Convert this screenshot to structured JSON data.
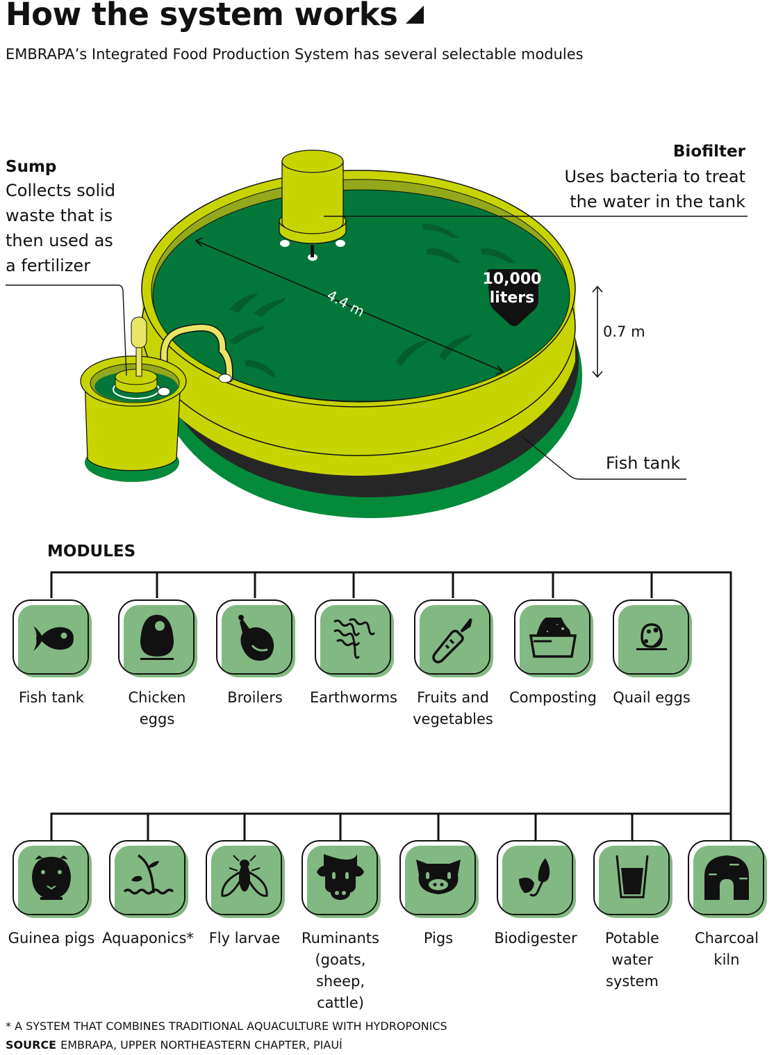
{
  "header": {
    "title": "How the system works",
    "subtitle": "EMBRAPA’s Integrated Food Production System has several selectable modules"
  },
  "diagram": {
    "sump": {
      "heading": "Sump",
      "description_lines": [
        "Collects solid",
        "waste that is",
        "then used as",
        "a fertilizer"
      ]
    },
    "biofilter": {
      "heading": "Biofilter",
      "description_lines": [
        "Uses bacteria to treat",
        "the water in the tank"
      ]
    },
    "fish_tank_label": "Fish tank",
    "diameter": "4.4 m",
    "depth": "0.7 m",
    "volume": {
      "value": "10,000",
      "unit": "liters"
    },
    "colors": {
      "water": "#03773a",
      "tank_body": "#c8d400",
      "tank_base": "#038a3a",
      "tank_band": "#262626",
      "pipe": "#e8e566",
      "fish": "#045e2c",
      "module_fill": "#82b982"
    }
  },
  "modules": {
    "heading": "MODULES",
    "row1": [
      {
        "label_lines": [
          "Fish tank"
        ],
        "icon": "fish-icon"
      },
      {
        "label_lines": [
          "Chicken",
          "eggs"
        ],
        "icon": "egg-icon"
      },
      {
        "label_lines": [
          "Broilers"
        ],
        "icon": "drumstick-icon"
      },
      {
        "label_lines": [
          "Earthworms"
        ],
        "icon": "worms-icon"
      },
      {
        "label_lines": [
          "Fruits and",
          "vegetables"
        ],
        "icon": "carrot-icon"
      },
      {
        "label_lines": [
          "Composting"
        ],
        "icon": "compost-bin-icon"
      },
      {
        "label_lines": [
          "Quail eggs"
        ],
        "icon": "quail-egg-icon"
      }
    ],
    "row2": [
      {
        "label_lines": [
          "Guinea pigs"
        ],
        "icon": "guinea-pig-icon"
      },
      {
        "label_lines": [
          "Aquaponics*"
        ],
        "icon": "plant-water-icon"
      },
      {
        "label_lines": [
          "Fly larvae"
        ],
        "icon": "fly-icon"
      },
      {
        "label_lines": [
          "Ruminants",
          "(goats, sheep,",
          "cattle)"
        ],
        "icon": "cow-icon"
      },
      {
        "label_lines": [
          "Pigs"
        ],
        "icon": "pig-icon"
      },
      {
        "label_lines": [
          "Biodigester"
        ],
        "icon": "leaves-icon"
      },
      {
        "label_lines": [
          "Potable",
          "water",
          "system"
        ],
        "icon": "water-glass-icon"
      },
      {
        "label_lines": [
          "Charcoal",
          "kiln"
        ],
        "icon": "kiln-icon"
      }
    ]
  },
  "footer": {
    "footnote": "* A SYSTEM THAT COMBINES TRADITIONAL AQUACULTURE WITH HYDROPONICS",
    "source_label": "SOURCE",
    "source_text": "EMBRAPA, UPPER NORTHEASTERN CHAPTER, PIAUÍ"
  }
}
